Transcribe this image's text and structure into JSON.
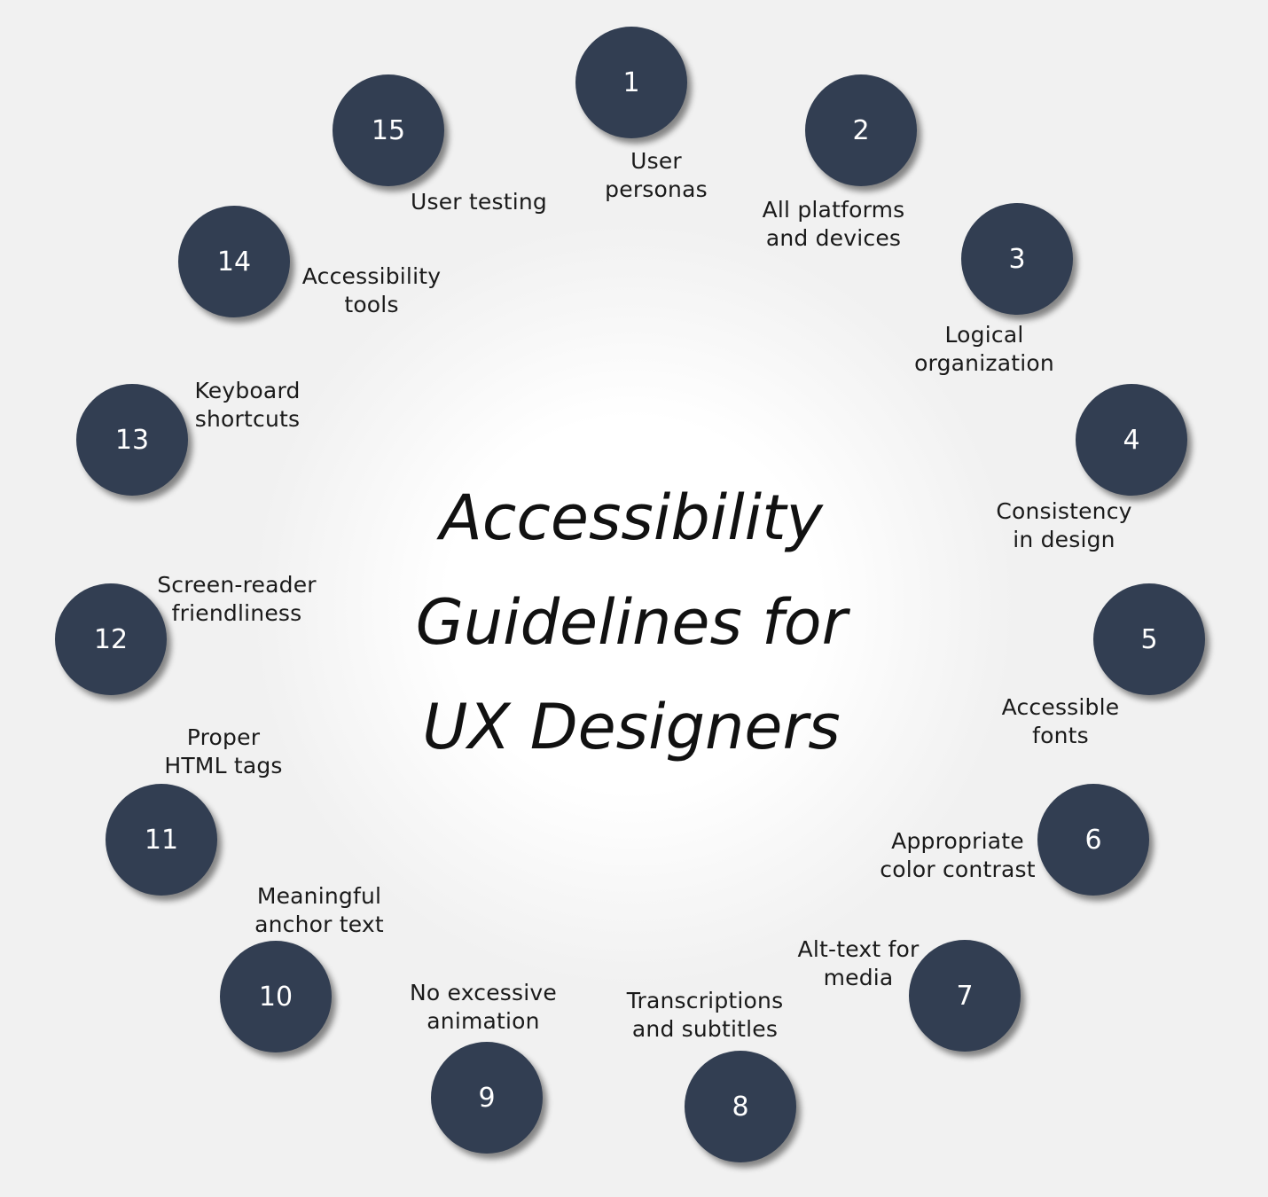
{
  "title": "Accessibility\nGuidelines for\nUX Designers",
  "colors": {
    "node_fill": "#323e52",
    "background": "#f1f1f1",
    "center_glow": "#ffffff",
    "text": "#1a1a1a"
  },
  "items": [
    {
      "number": "1",
      "label": "User\npersonas"
    },
    {
      "number": "2",
      "label": "All platforms\nand devices"
    },
    {
      "number": "3",
      "label": "Logical\norganization"
    },
    {
      "number": "4",
      "label": "Consistency\nin design"
    },
    {
      "number": "5",
      "label": "Accessible\nfonts"
    },
    {
      "number": "6",
      "label": "Appropriate\ncolor contrast"
    },
    {
      "number": "7",
      "label": "Alt-text for\nmedia"
    },
    {
      "number": "8",
      "label": "Transcriptions\nand subtitles"
    },
    {
      "number": "9",
      "label": "No excessive\nanimation"
    },
    {
      "number": "10",
      "label": "Meaningful\nanchor text"
    },
    {
      "number": "11",
      "label": "Proper\nHTML tags"
    },
    {
      "number": "12",
      "label": "Screen-reader\nfriendliness"
    },
    {
      "number": "13",
      "label": "Keyboard\nshortcuts"
    },
    {
      "number": "14",
      "label": "Accessibility\ntools"
    },
    {
      "number": "15",
      "label": "User testing"
    }
  ]
}
